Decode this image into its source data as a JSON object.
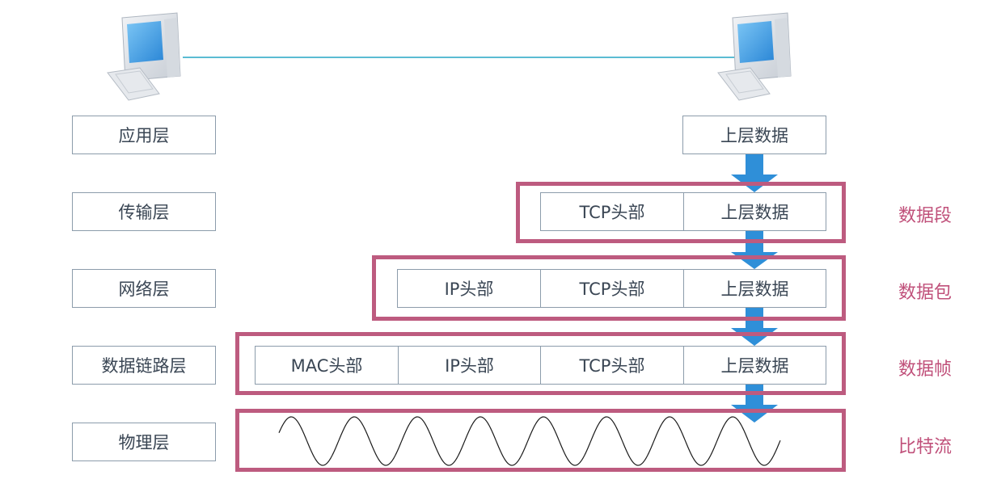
{
  "layers": {
    "application": "应用层",
    "transport": "传输层",
    "network": "网络层",
    "datalink": "数据链路层",
    "physical": "物理层"
  },
  "segments": {
    "upper_data": "上层数据",
    "tcp_header": "TCP头部",
    "ip_header": "IP头部",
    "mac_header": "MAC头部"
  },
  "units": {
    "segment": "数据段",
    "packet": "数据包",
    "frame": "数据帧",
    "bitstream": "比特流"
  },
  "colors": {
    "frame_border": "#bd5b7f",
    "unit_text": "#c0507a",
    "arrow": "#2f8fd8",
    "link_line": "#5bbcd3"
  },
  "icons": {
    "left_computer": "computer-icon",
    "right_computer": "computer-icon"
  }
}
